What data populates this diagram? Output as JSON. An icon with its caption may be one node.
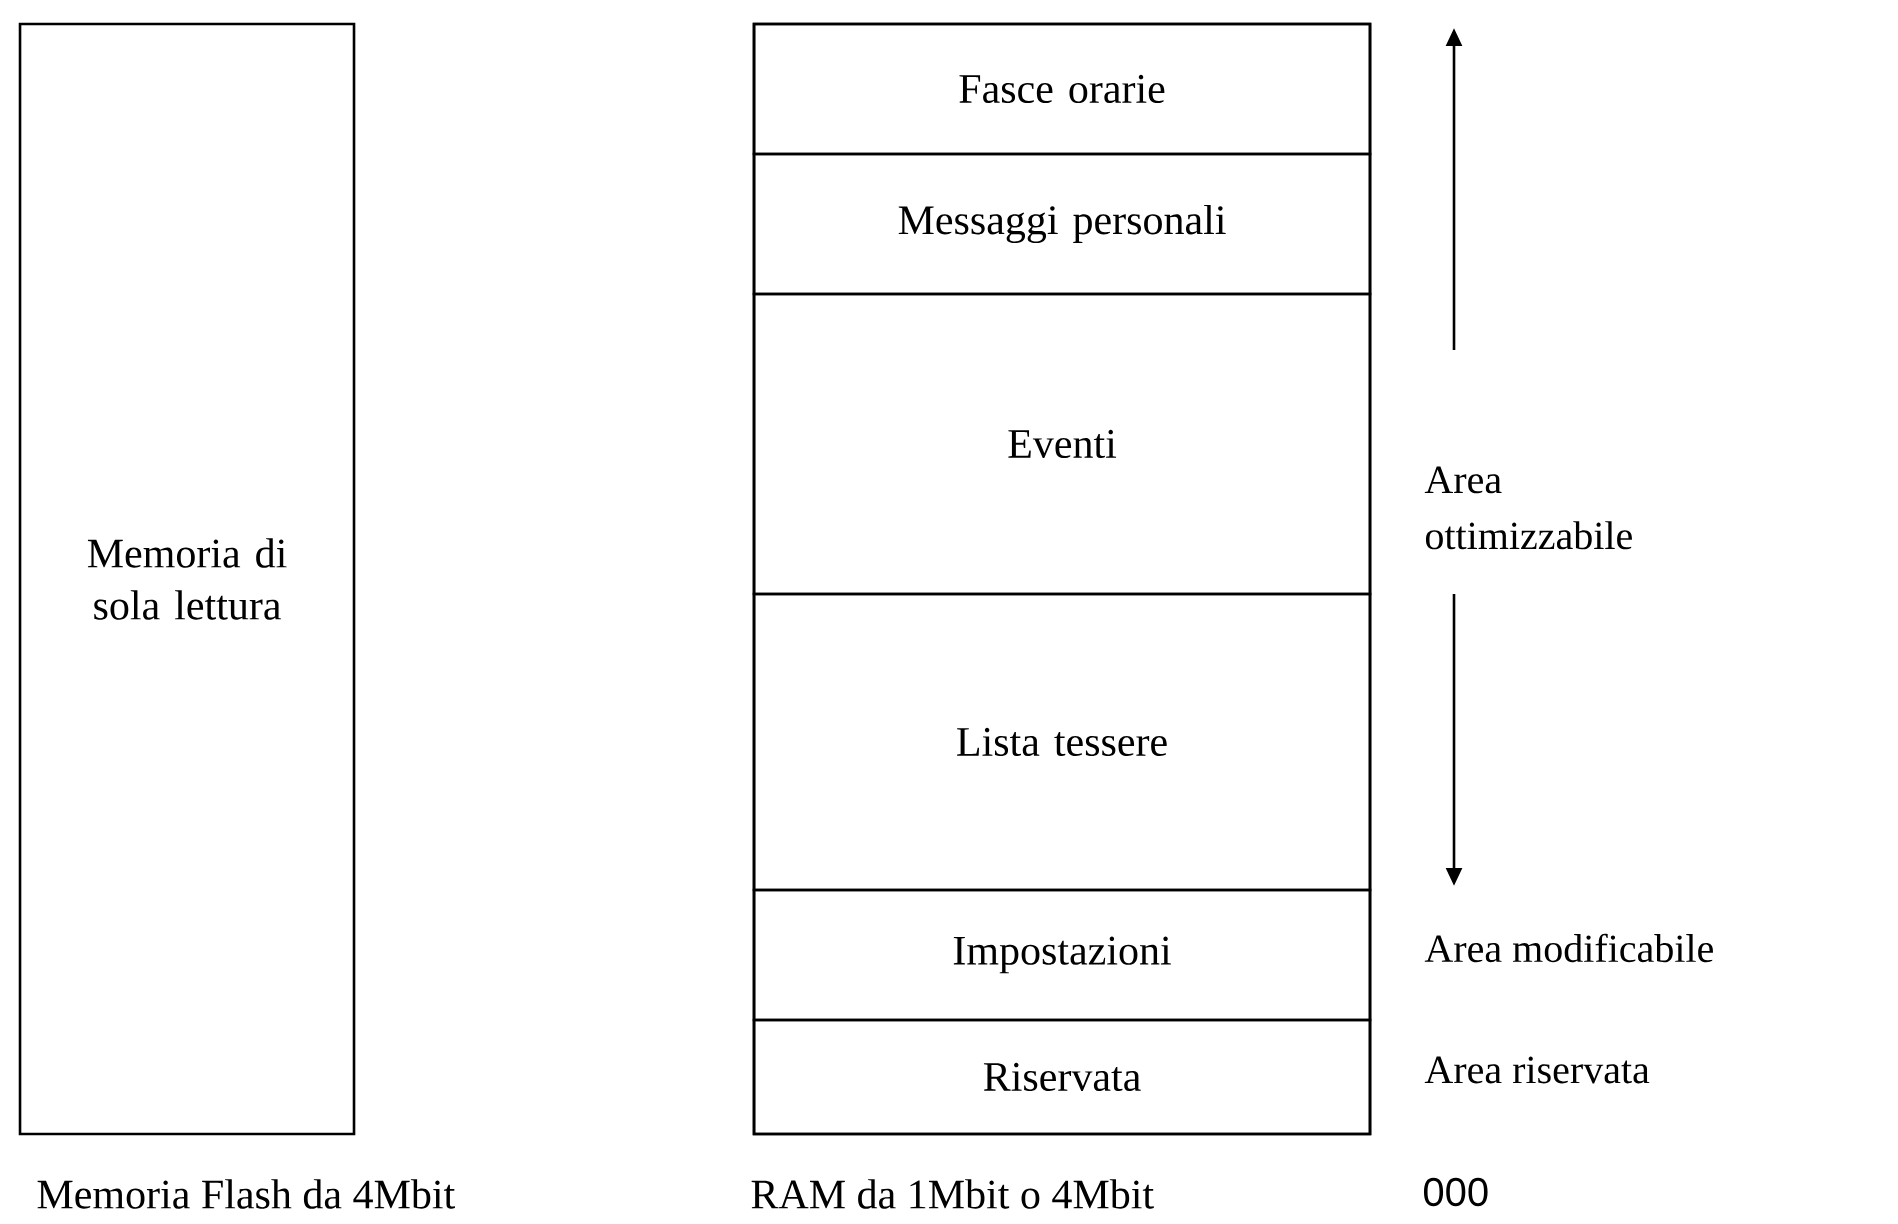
{
  "diagram": {
    "nodes": [
      {
        "text": [
          "Memoria di sola lettura"
        ],
        "beside": [
          "Memoria Flash da 4Mbit"
        ]
      },
      {
        "text": [],
        "shape": "box",
        "beside": [
          "RAM da 1Mbit o 4Mbit"
        ]
      },
      {
        "text": [
          "Fasce orarie"
        ],
        "in": 1
      },
      {
        "text": [
          "Messaggi personali"
        ],
        "in": 1
      },
      {
        "text": [
          "Eventi"
        ],
        "in": 1
      },
      {
        "text": [
          "Lista tessere"
        ],
        "in": 1
      },
      {
        "text": [
          "Impostazioni"
        ],
        "in": 1
      },
      {
        "text": [
          "Riservata"
        ],
        "in": 1
      }
    ],
    "labels": [
      "Area ottimizzabile",
      "Area modificabile",
      "Area riservata",
      "000"
    ]
  }
}
